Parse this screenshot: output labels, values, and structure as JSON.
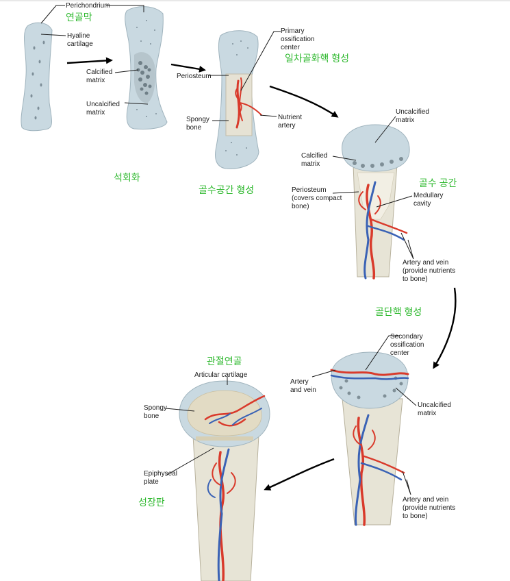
{
  "labels": {
    "perichondrium": "Perichondrium",
    "hyaline_1": "Hyaline",
    "hyaline_2": "cartilage",
    "calcified_matrix_1": "Calcified",
    "calcified_matrix_2": "matrix",
    "uncalcified_matrix_1": "Uncalcified",
    "uncalcified_matrix_2": "matrix",
    "primary_center_1": "Primary",
    "primary_center_2": "ossification",
    "primary_center_3": "center",
    "periosteum": "Periosteum",
    "spongy_bone_1": "Spongy",
    "spongy_bone_2": "bone",
    "nutrient_artery_1": "Nutrient",
    "nutrient_artery_2": "artery",
    "stage4_uncalcified_1": "Uncalcified",
    "stage4_uncalcified_2": "matrix",
    "stage4_calcified_1": "Calcified",
    "stage4_calcified_2": "matrix",
    "periosteum_compact_1": "Periosteum",
    "periosteum_compact_2": "(covers compact",
    "periosteum_compact_3": "bone)",
    "medullary_1": "Medullary",
    "medullary_2": "cavity",
    "artery_vein_a_1": "Artery and vein",
    "artery_vein_a_2": "(provide nutrients",
    "artery_vein_a_3": "to bone)",
    "secondary_center_1": "Secondary",
    "secondary_center_2": "ossification",
    "secondary_center_3": "center",
    "artery_vein_top_1": "Artery",
    "artery_vein_top_2": "and vein",
    "stage5_uncalcified_1": "Uncalcified",
    "stage5_uncalcified_2": "matrix",
    "artery_vein_b_1": "Artery and vein",
    "artery_vein_b_2": "(provide nutrients",
    "artery_vein_b_3": "to bone)",
    "articular_cartilage": "Articular cartilage",
    "stage6_spongy_1": "Spongy",
    "stage6_spongy_2": "bone",
    "epiphyseal_1": "Epiphyseal",
    "epiphyseal_2": "plate"
  },
  "korean": {
    "cartilage_membrane": "연골막",
    "calcification": "석회화",
    "primary_center": "일차골화핵 형성",
    "marrow_formation": "골수공간 형성",
    "marrow_space": "골수 공간",
    "secondary_center": "골단핵 형성",
    "articular_cartilage": "관절연골",
    "growth_plate": "성장판"
  },
  "colors": {
    "cartilage": "#c5d6de",
    "bone_shaft": "#e7e4d6",
    "artery": "#d93a2b",
    "vein": "#3a62b5",
    "annotation": "#2db82d"
  }
}
